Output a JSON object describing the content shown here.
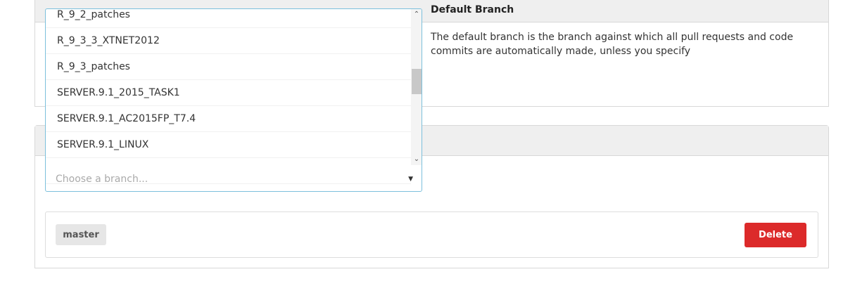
{
  "panels": {
    "default_branch": {
      "title": "Default Branch",
      "description": "The default branch is the branch against which all pull requests and code commits are automatically made, unless you specify"
    },
    "protected": {
      "tag": "master",
      "delete_label": "Delete"
    }
  },
  "dropdown": {
    "items": [
      "R_9_2_patches",
      "R_9_3_3_XTNET2012",
      "R_9_3_patches",
      "SERVER.9.1_2015_TASK1",
      "SERVER.9.1_AC2015FP_T7.4",
      "SERVER.9.1_LINUX"
    ],
    "placeholder": "Choose a branch...",
    "scroll_fraction": 0.45
  },
  "colors": {
    "delete": "#dc2a2a",
    "focus_border": "#7cc0dc"
  }
}
